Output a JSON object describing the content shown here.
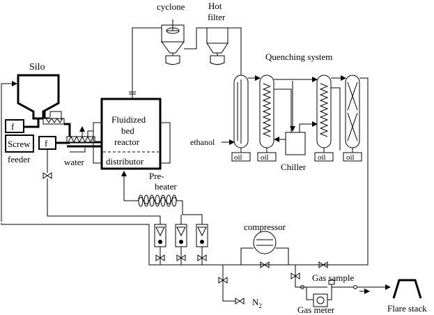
{
  "labels": {
    "cyclone": "cyclone",
    "hot_filter_1": "Hot",
    "hot_filter_2": "filter",
    "quenching": "Quenching system",
    "silo": "Silo",
    "f_upper": "f",
    "f_lower": "f",
    "screw": "Screw",
    "feeder": "feeder",
    "reactor_1": "Fluidized",
    "reactor_2": "bed",
    "reactor_3": "reactor",
    "distributor": "distributor",
    "water": "water",
    "ethanol": "ethanol",
    "oil_1": "oil",
    "oil_2": "oil",
    "oil_3": "oil",
    "oil_4": "oil",
    "chiller": "Chiller",
    "preheater_1": "Pre-",
    "preheater_2": "heater",
    "compressor": "compressor",
    "gas_sample": "Gas sample",
    "gas_meter": "Gas meter",
    "flare_stack": "Flare stack",
    "n2_main": "N",
    "n2_sub": "2"
  }
}
